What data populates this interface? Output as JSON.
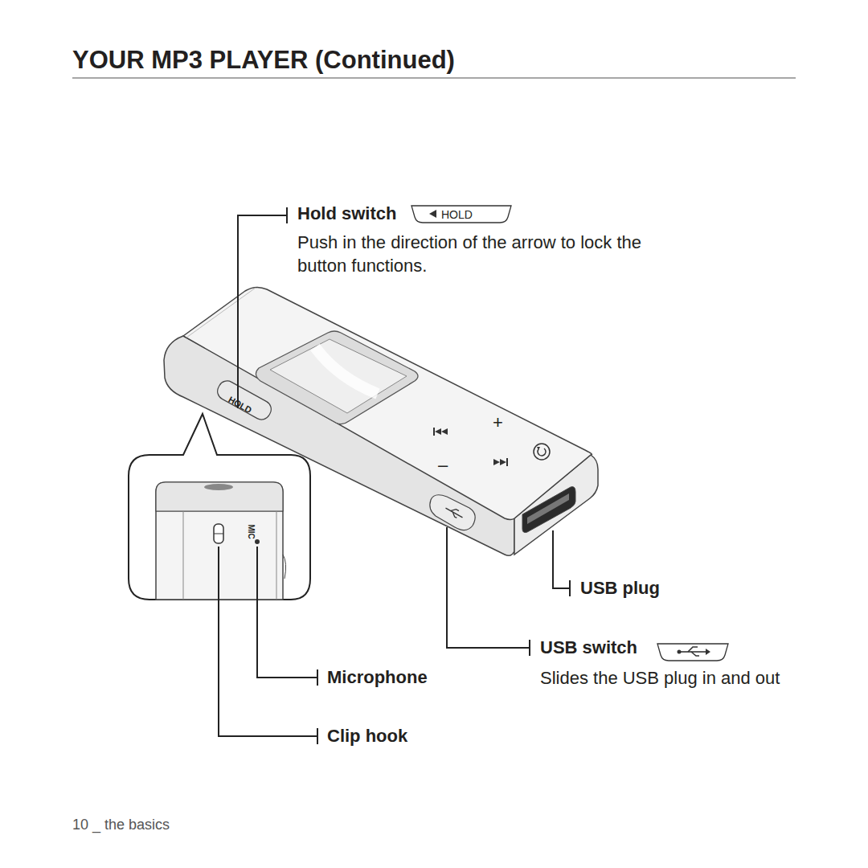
{
  "diagram": {
    "title": "YOUR MP3 PLAYER (Continued)",
    "labels": [
      "Hold switch",
      "HOLD",
      "Push in the direction of the arrow to lock the button functions.",
      "HOLD",
      "+",
      "–",
      "MIC",
      "USB plug",
      "USB switch",
      "Microphone",
      "Slides the USB plug in and out",
      "Clip hook",
      "10 _ the basics"
    ]
  }
}
